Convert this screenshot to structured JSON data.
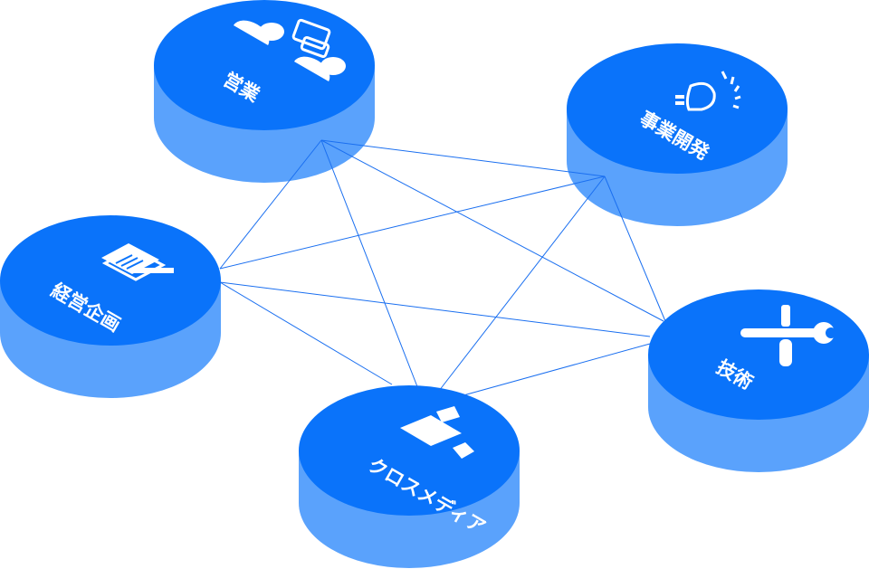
{
  "colors": {
    "top": "#0a73fa",
    "side": "#5aa2fc",
    "line": "#1a6ff0",
    "icon": "#ffffff"
  },
  "nodes": [
    {
      "id": "eigyo",
      "label": "営業",
      "icon": "people-chat-icon"
    },
    {
      "id": "jigyo",
      "label": "事業開発",
      "icon": "lightbulb-icon"
    },
    {
      "id": "keiei",
      "label": "経営企画",
      "icon": "document-pen-icon"
    },
    {
      "id": "gijutsu",
      "label": "技術",
      "icon": "tools-icon"
    },
    {
      "id": "cross",
      "label": "クロスメディア",
      "icon": "video-camera-icon"
    }
  ],
  "connections": [
    [
      "eigyo",
      "keiei"
    ],
    [
      "eigyo",
      "jigyo"
    ],
    [
      "eigyo",
      "gijutsu"
    ],
    [
      "eigyo",
      "cross"
    ],
    [
      "jigyo",
      "keiei"
    ],
    [
      "jigyo",
      "gijutsu"
    ],
    [
      "jigyo",
      "cross"
    ],
    [
      "keiei",
      "gijutsu"
    ],
    [
      "keiei",
      "cross"
    ],
    [
      "gijutsu",
      "cross"
    ]
  ]
}
